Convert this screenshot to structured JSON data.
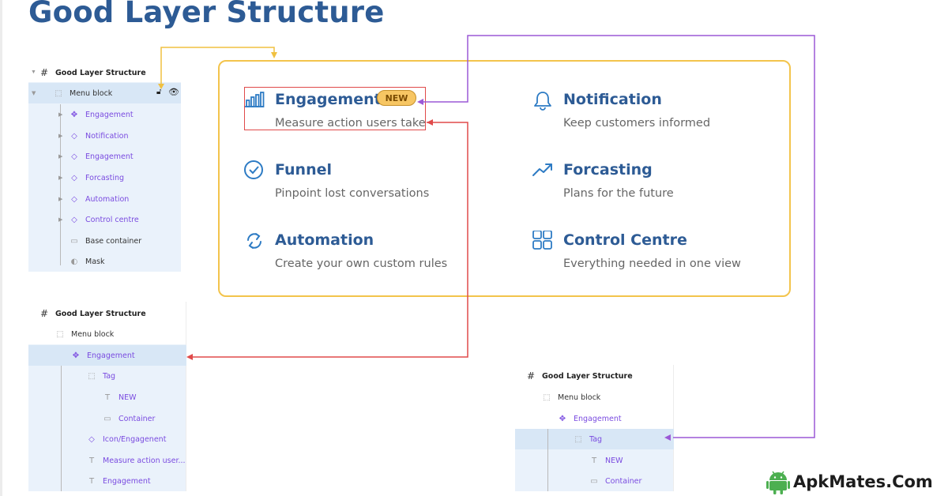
{
  "title": "Good Layer Structure",
  "panel_top": {
    "header": "Good Layer Structure",
    "menu_block": "Menu block",
    "items": [
      "Engagement",
      "Notification",
      "Engagement",
      "Forcasting",
      "Automation",
      "Control centre"
    ],
    "base": "Base container",
    "mask": "Mask"
  },
  "panel_mid": {
    "header": "Good Layer Structure",
    "menu_block": "Menu block",
    "engagement": "Engagement",
    "tag": "Tag",
    "new": "NEW",
    "container": "Container",
    "icon": "Icon/Engagenent",
    "measure": "Measure action user...",
    "engagement2": "Engagement"
  },
  "panel_right": {
    "header": "Good Layer Structure",
    "menu_block": "Menu block",
    "engagement": "Engagement",
    "tag": "Tag",
    "new": "NEW",
    "container": "Container"
  },
  "card": {
    "badge": "NEW",
    "features": [
      {
        "name": "Engagement",
        "desc": "Measure action users take",
        "icon": "bar-chart-icon"
      },
      {
        "name": "Notification",
        "desc": "Keep customers  informed",
        "icon": "bell-icon"
      },
      {
        "name": "Funnel",
        "desc": "Pinpoint lost conversations",
        "icon": "check-circle-icon"
      },
      {
        "name": "Forcasting",
        "desc": "Plans for the future",
        "icon": "trend-up-icon"
      },
      {
        "name": "Automation",
        "desc": "Create your own custom rules",
        "icon": "refresh-icon"
      },
      {
        "name": "Control Centre",
        "desc": "Everything needed in one view",
        "icon": "grid-icon"
      }
    ]
  },
  "colors": {
    "heading": "#2d5b95",
    "card_border": "#f3c44c",
    "arrow_yellow": "#f0c040",
    "arrow_red": "#e04a4a",
    "arrow_purple": "#9b59d6",
    "layer_purple": "#7a4be0",
    "selection": "#d8e7f6"
  },
  "brand": "ApkMates.Com"
}
